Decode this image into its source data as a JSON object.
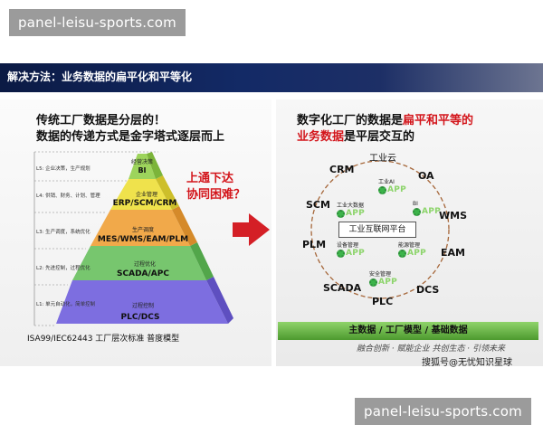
{
  "watermark": "panel-leisu-sports.com",
  "header": {
    "title": "解决方法：业务数据的扁平化和平等化"
  },
  "left": {
    "title_line1": "传统工厂数据是分层的！",
    "title_line2": "数据的传递方式是金字塔式逐层而上",
    "slogan_line1": "上通下达",
    "slogan_line2": "协同困难？",
    "levels": [
      {
        "id": "L5",
        "desc": "L5: 企业决策，生产规划",
        "sub": "经营决策",
        "main": "BI"
      },
      {
        "id": "L4",
        "desc": "L4: 供销、财务、计划、管理",
        "sub": "企业管理",
        "main": "ERP/SCM/CRM"
      },
      {
        "id": "L3",
        "desc": "L3: 生产调度，系统优化",
        "sub": "生产调度",
        "main": "MES/WMS/EAM/PLM"
      },
      {
        "id": "L2",
        "desc": "L2: 先进控制，过程优化",
        "sub": "过程优化",
        "main": "SCADA/APC"
      },
      {
        "id": "L1",
        "desc": "L1: 单元自动化，简单控制",
        "sub": "过程控制",
        "main": "PLC/DCS"
      }
    ],
    "footnote": "ISA99/IEC62443  工厂层次标准  普度模型"
  },
  "right": {
    "title_line1_a": "数字化工厂的数据是",
    "title_line1_b": "扁平和平等的",
    "title_line2_a": "业务数据",
    "title_line2_b": "是平层交互的",
    "cloud": "工业云",
    "platform": "工业互联网平台",
    "nodes": [
      "CRM",
      "OA",
      "SCM",
      "WMS",
      "PLM",
      "EAM",
      "SCADA",
      "DCS",
      "PLC"
    ],
    "apps": [
      {
        "label": "工业AI",
        "word": "APP"
      },
      {
        "label": "工业大数据",
        "word": "APP"
      },
      {
        "label": "BI",
        "word": "APP"
      },
      {
        "label": "设备管理",
        "word": "APP"
      },
      {
        "label": "能源管理",
        "word": "APP"
      },
      {
        "label": "安全管理",
        "word": "APP"
      }
    ],
    "bottom_bar": "主数据 / 工厂模型 / 基础数据",
    "caption1": "融合创新 · 赋能企业   共创生态 · 引领未来",
    "caption2": "搜狐号@无忧知识星球"
  },
  "colors": {
    "layer1": "#7d6ee0",
    "layer2": "#77c66e",
    "layer3": "#f1a94a",
    "layer4": "#efe24c",
    "layer5": "#9dd45c",
    "arrow": "#d41f26",
    "circle": "#a6673a",
    "header": "#132a66"
  }
}
